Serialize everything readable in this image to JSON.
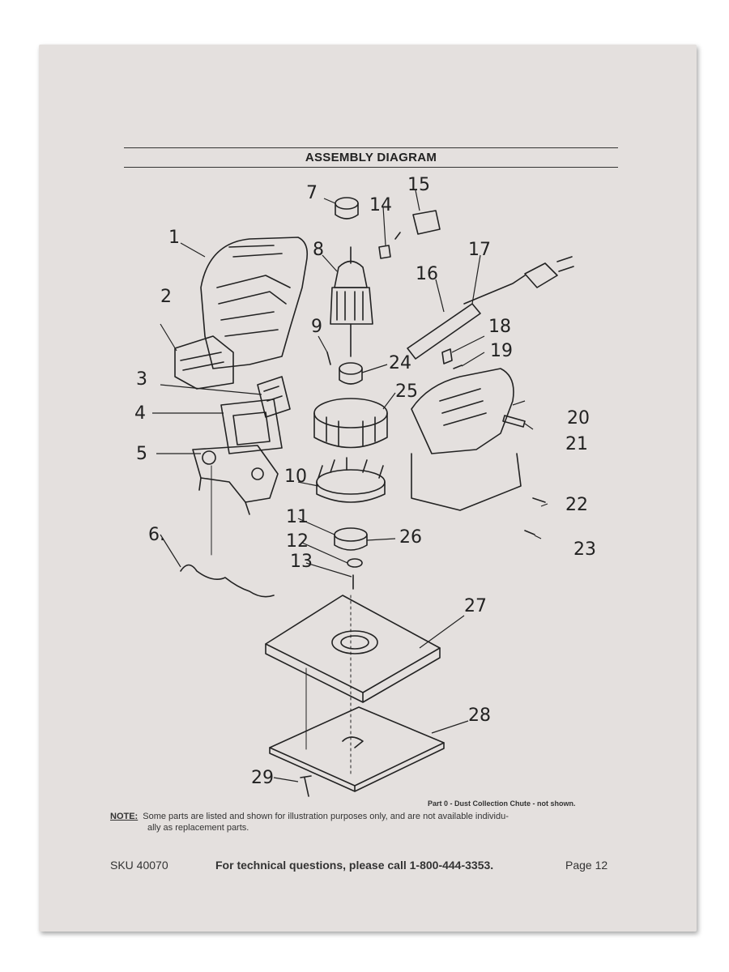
{
  "header": {
    "title": "ASSEMBLY DIAGRAM"
  },
  "diagram": {
    "labels": [
      "1",
      "2",
      "3",
      "4",
      "5",
      "6.",
      "7",
      "8",
      "9",
      "10",
      "11",
      "12",
      "13",
      "14",
      "15",
      "16",
      "17",
      "18",
      "19",
      "20",
      "21",
      "22",
      "23",
      "24",
      "25",
      "26",
      "27",
      "28",
      "29"
    ]
  },
  "part0_note": "Part 0 - Dust Collection Chute - not shown.",
  "note": {
    "label": "NOTE:",
    "text": "Some parts are listed and shown for illustration purposes only, and are not available individu-",
    "text2": "ally as replacement parts."
  },
  "footer": {
    "sku": "SKU 40070",
    "tech": "For technical questions, please call 1-800-444-3353.",
    "page": "Page 12"
  }
}
